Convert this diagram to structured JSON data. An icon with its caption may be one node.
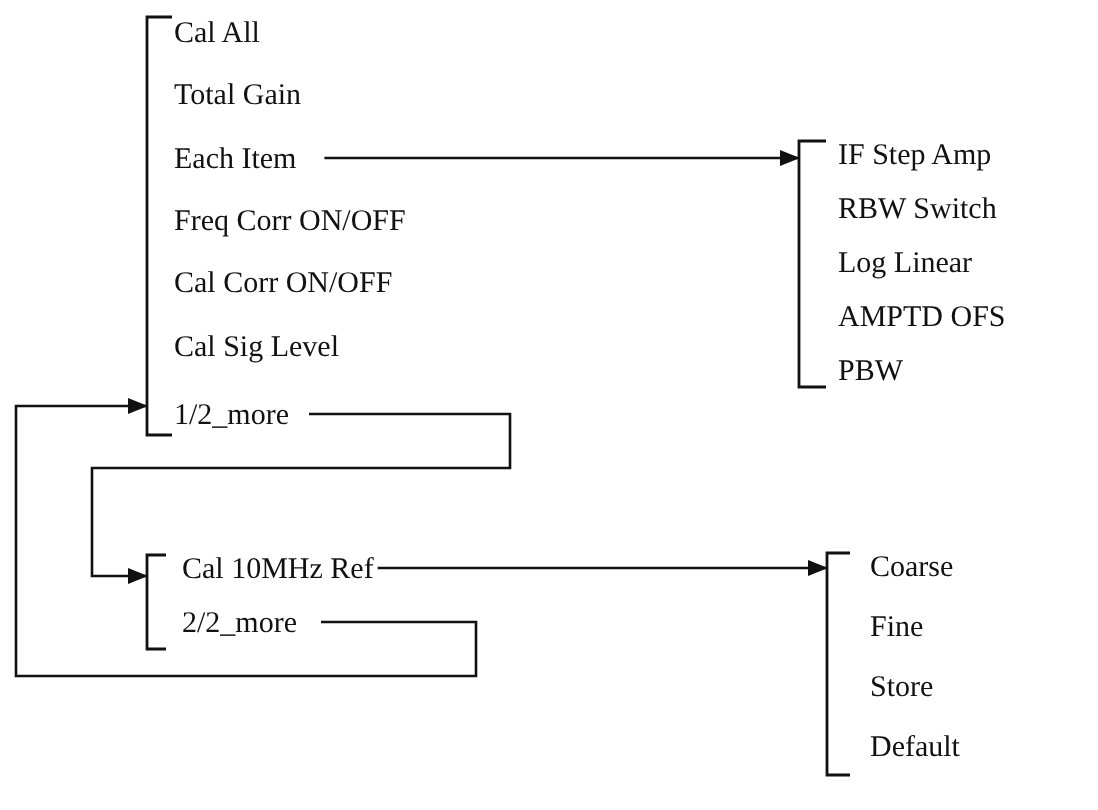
{
  "diagram": {
    "nodes": [
      {
        "text": [],
        "shape": "bracket"
      },
      {
        "text": [
          "Cal All"
        ],
        "in": 0
      },
      {
        "text": [
          "Total Gain"
        ],
        "in": 0
      },
      {
        "text": [
          "Each Item"
        ],
        "in": 0
      },
      {
        "text": [
          "Freq Corr ON/OFF"
        ],
        "in": 0
      },
      {
        "text": [
          "Cal Corr ON/OFF"
        ],
        "in": 0
      },
      {
        "text": [
          "Cal Sig Level"
        ],
        "in": 0
      },
      {
        "text": [
          "1/2_more"
        ],
        "in": 0
      },
      {
        "text": [],
        "shape": "bracket"
      },
      {
        "text": [
          "IF Step Amp"
        ],
        "in": 8
      },
      {
        "text": [
          "RBW Switch"
        ],
        "in": 8
      },
      {
        "text": [
          "Log Linear"
        ],
        "in": 8
      },
      {
        "text": [
          "AMPTD OFS"
        ],
        "in": 8
      },
      {
        "text": [
          "PBW"
        ],
        "in": 8
      },
      {
        "text": [],
        "shape": "bracket"
      },
      {
        "text": [
          "Cal 10MHz Ref"
        ],
        "in": 14
      },
      {
        "text": [
          "2/2_more"
        ],
        "in": 14
      },
      {
        "text": [],
        "shape": "bracket"
      },
      {
        "text": [
          "Coarse"
        ],
        "in": 17
      },
      {
        "text": [
          "Fine"
        ],
        "in": 17
      },
      {
        "text": [
          "Store"
        ],
        "in": 17
      },
      {
        "text": [
          "Default"
        ],
        "in": 17
      }
    ],
    "edges": [
      {
        "from": 3,
        "to": 8,
        "arrow": "to"
      },
      {
        "from": 7,
        "to": 14,
        "arrow": "to"
      },
      {
        "from": 15,
        "to": 17,
        "arrow": "to"
      },
      {
        "from": 16,
        "to": 0,
        "arrow": "to"
      }
    ]
  }
}
